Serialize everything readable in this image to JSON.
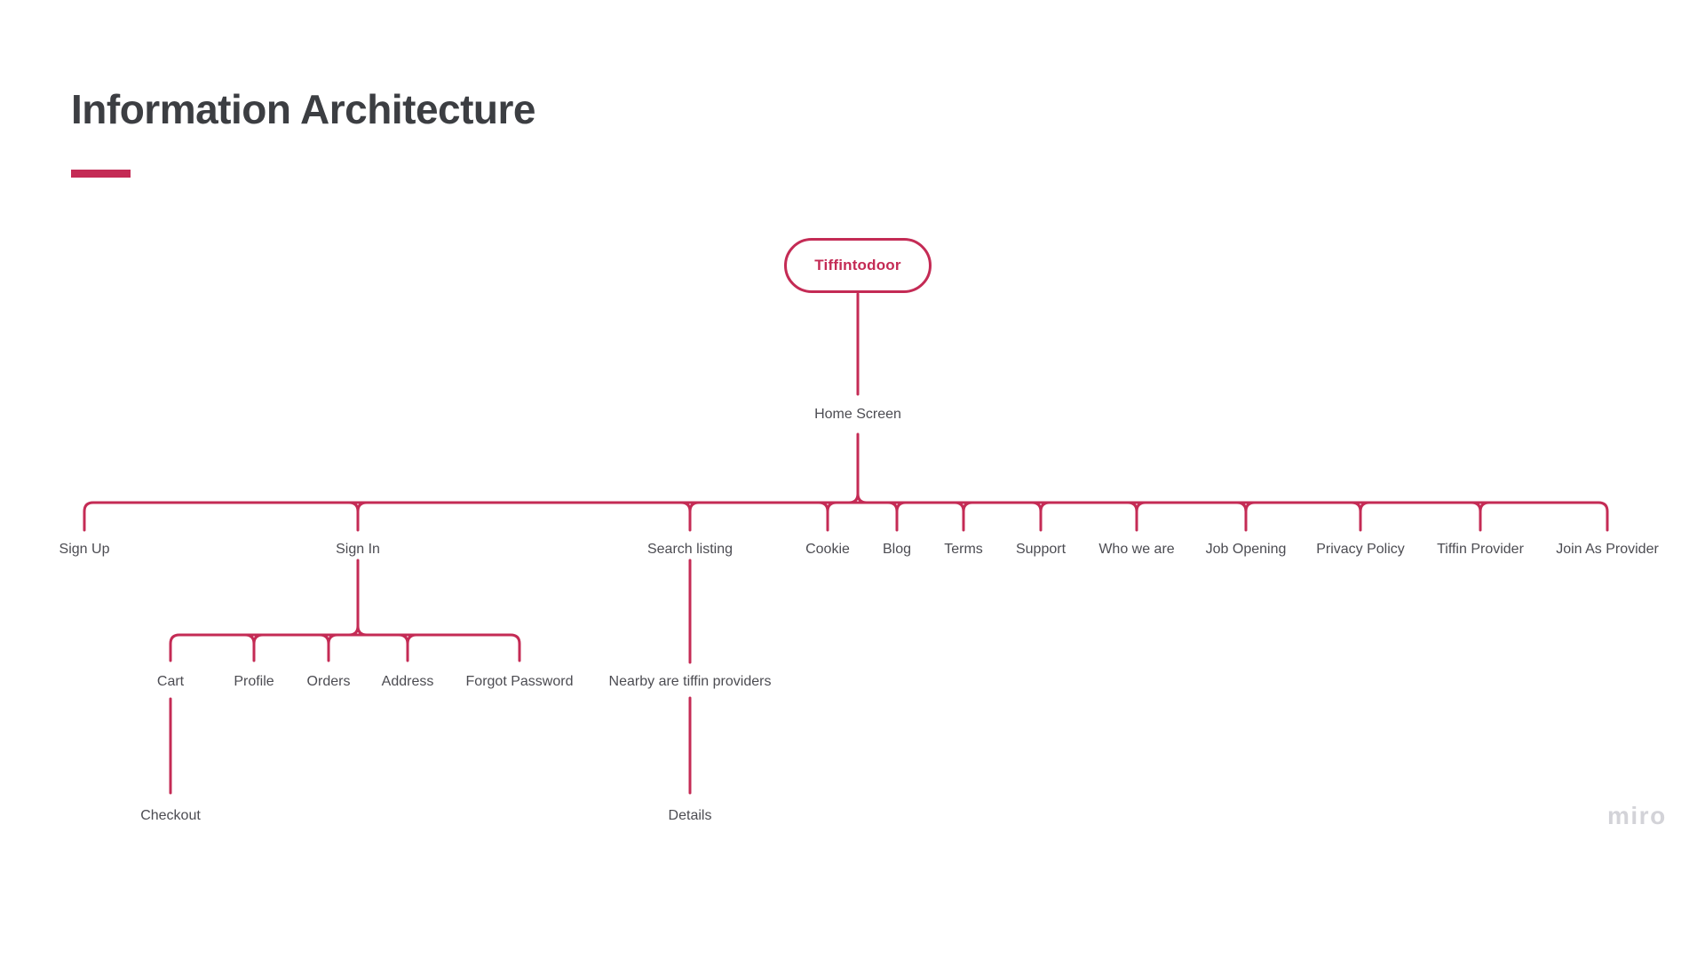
{
  "page": {
    "title": "Information Architecture",
    "watermark": "miro"
  },
  "colors": {
    "accent": "#c42b55",
    "title_text": "#3c3e42",
    "label_text": "#4c4c52",
    "watermark": "#d3d3d8",
    "background": "#ffffff"
  },
  "diagram": {
    "nodes": {
      "root": "Tiffintodoor",
      "home_screen": "Home Screen",
      "sign_up": "Sign Up",
      "sign_in": "Sign In",
      "search_listing": "Search listing",
      "cookie": "Cookie",
      "blog": "Blog",
      "terms": "Terms",
      "support": "Support",
      "who_we_are": "Who we are",
      "job_opening": "Job Opening",
      "privacy_policy": "Privacy Policy",
      "tiffin_provider": "Tiffin Provider",
      "join_as_provider": "Join As Provider",
      "cart": "Cart",
      "profile": "Profile",
      "orders": "Orders",
      "address": "Address",
      "forgot_password": "Forgot Password",
      "nearby_providers": "Nearby are tiffin providers",
      "checkout": "Checkout",
      "details": "Details"
    },
    "hierarchy": {
      "Tiffintodoor": [
        "Home Screen"
      ],
      "Home Screen": [
        "Sign Up",
        "Sign In",
        "Search listing",
        "Cookie",
        "Blog",
        "Terms",
        "Support",
        "Who we are",
        "Job Opening",
        "Privacy Policy",
        "Tiffin Provider",
        "Join As Provider"
      ],
      "Sign In": [
        "Cart",
        "Profile",
        "Orders",
        "Address",
        "Forgot Password"
      ],
      "Cart": [
        "Checkout"
      ],
      "Search listing": [
        "Nearby are tiffin providers"
      ],
      "Nearby are tiffin providers": [
        "Details"
      ]
    }
  }
}
